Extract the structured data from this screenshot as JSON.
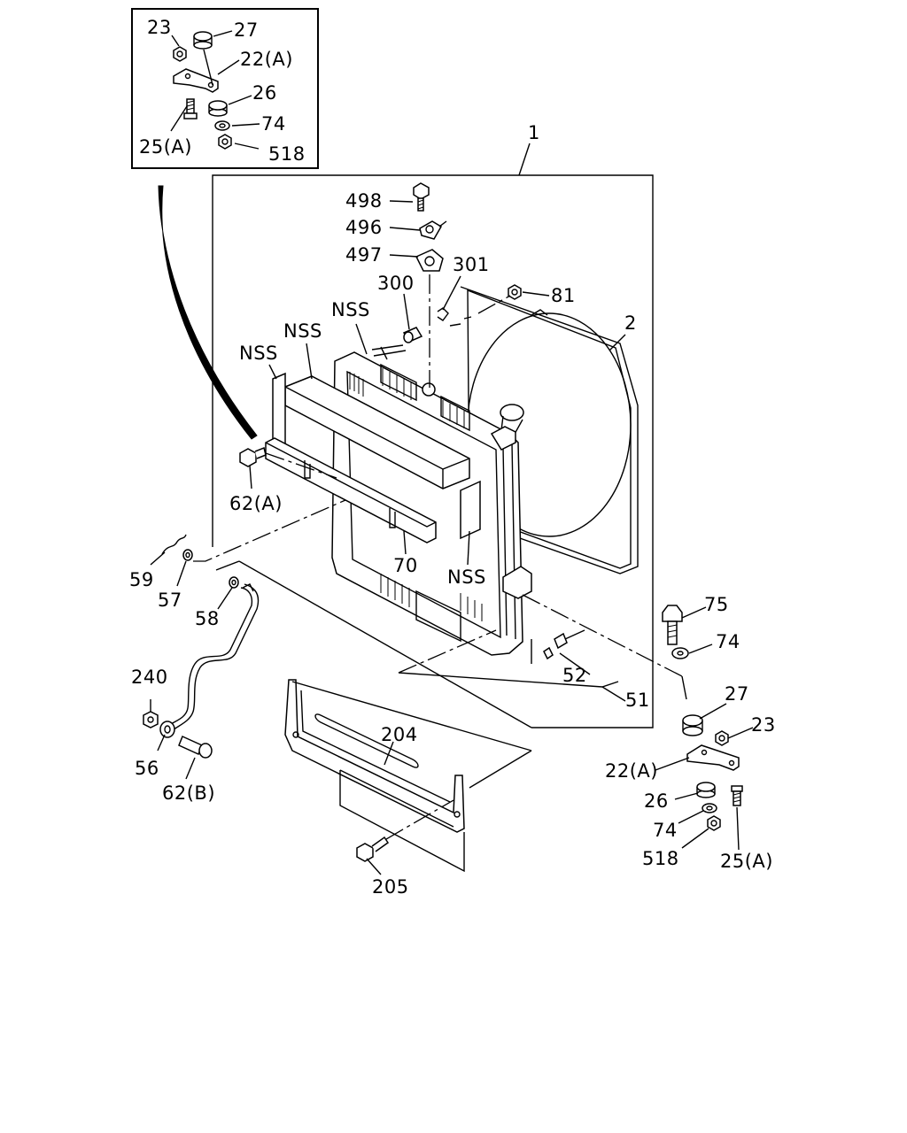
{
  "title": "",
  "labels": {
    "inset_23": "23",
    "inset_27": "27",
    "inset_22a": "22(A)",
    "inset_26": "26",
    "inset_25a": "25(A)",
    "inset_74": "74",
    "inset_518": "518",
    "l1": "1",
    "l498": "498",
    "l496": "496",
    "l497": "497",
    "l301": "301",
    "l300": "300",
    "l81": "81",
    "l2": "2",
    "nss1": "NSS",
    "nss2": "NSS",
    "nss3": "NSS",
    "nss4": "NSS",
    "l62a": "62(A)",
    "l70": "70",
    "l59": "59",
    "l57": "57",
    "l58": "58",
    "l75": "75",
    "l74a": "74",
    "l52": "52",
    "l51": "51",
    "l240": "240",
    "l56": "56",
    "l62b": "62(B)",
    "l27": "27",
    "l23": "23",
    "l22a": "22(A)",
    "l204": "204",
    "l26": "26",
    "l74b": "74",
    "l518": "518",
    "l25a": "25(A)",
    "l205": "205"
  }
}
